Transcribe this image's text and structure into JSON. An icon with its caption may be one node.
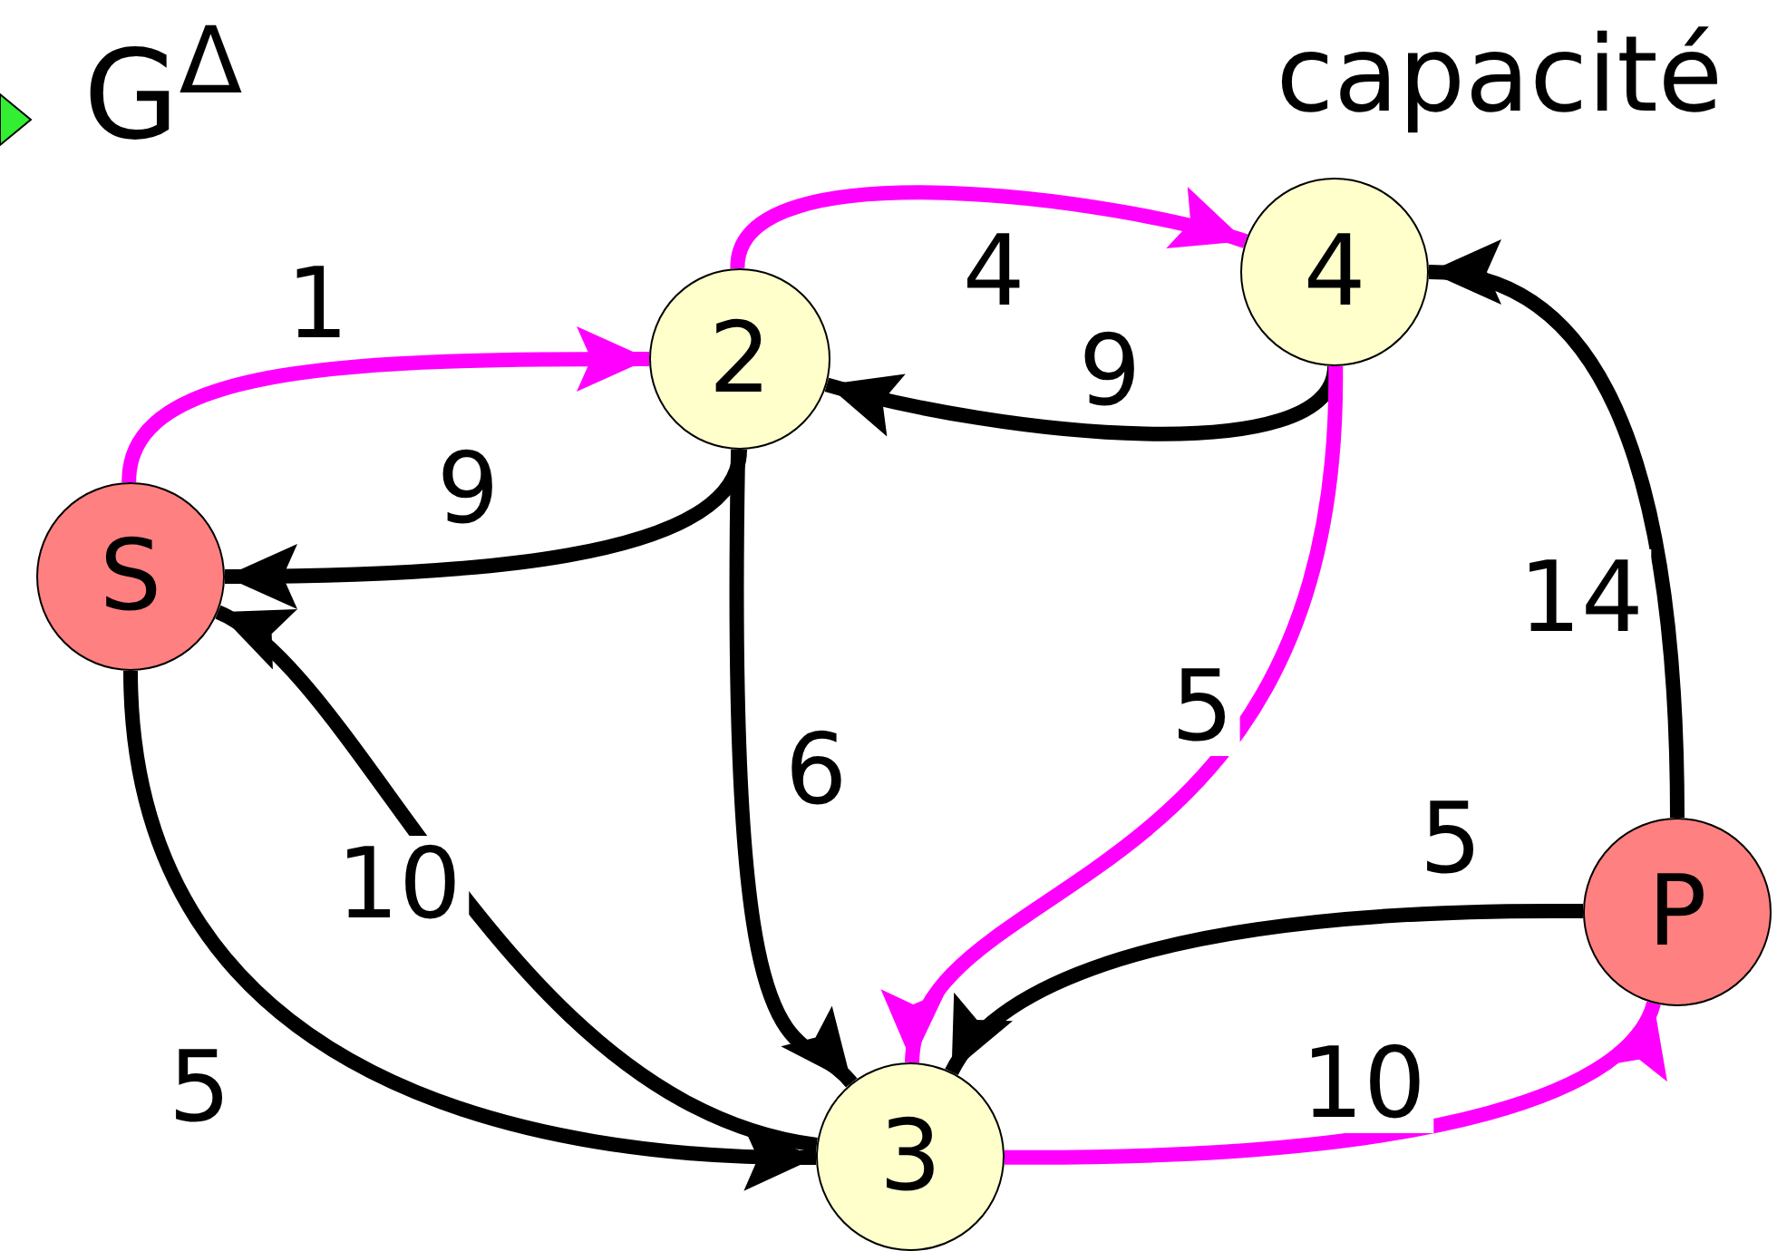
{
  "diagram": {
    "title": "G$^{Δ}$",
    "nodes": [
      {
        "text": [
          "S"
        ]
      },
      {
        "text": [
          "2"
        ]
      },
      {
        "text": [
          "4"
        ]
      },
      {
        "text": [
          "3"
        ]
      },
      {
        "text": [
          "P"
        ]
      }
    ],
    "edges": [
      {
        "from": 0,
        "to": 1,
        "arrow": "to",
        "label": "1",
        "color": "#ff00ff"
      },
      {
        "from": 1,
        "to": 0,
        "arrow": "to",
        "label": "9"
      },
      {
        "from": 1,
        "to": 2,
        "arrow": "to",
        "label": "4",
        "color": "#ff00ff"
      },
      {
        "from": 2,
        "to": 1,
        "arrow": "to",
        "label": "9"
      },
      {
        "from": 2,
        "to": 3,
        "arrow": "to",
        "label": "5",
        "color": "#ff00ff"
      },
      {
        "from": 1,
        "to": 3,
        "arrow": "to",
        "label": "6"
      },
      {
        "from": 3,
        "to": 0,
        "arrow": "to",
        "label": "10"
      },
      {
        "from": 0,
        "to": 3,
        "arrow": "to",
        "label": "5"
      },
      {
        "from": 4,
        "to": 3,
        "arrow": "to",
        "label": "5"
      },
      {
        "from": 3,
        "to": 4,
        "arrow": "to",
        "label": "10",
        "color": "#ff00ff"
      },
      {
        "from": 4,
        "to": 2,
        "arrow": "to",
        "label": "14"
      }
    ],
    "labels": [
      "capacité"
    ]
  }
}
